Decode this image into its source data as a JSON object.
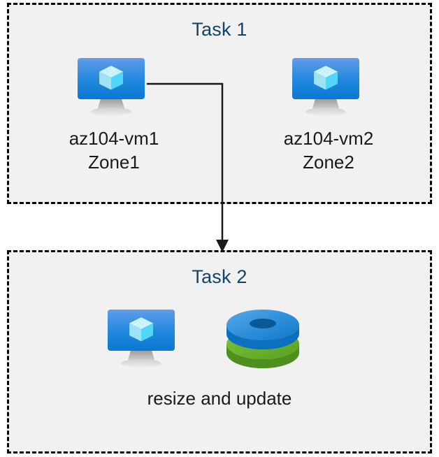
{
  "diagram": {
    "background_color": "#ffffff",
    "box_fill_color": "#f1f1f1",
    "box_border_color": "#000000",
    "title_color": "#12436b",
    "label_color": "#1a1a1a",
    "connector_color": "#1a1a1a"
  },
  "task1": {
    "title": "Task 1",
    "nodes": [
      {
        "icon": "virtual-machine-icon",
        "name": "az104-vm1",
        "zone": "Zone1",
        "label": "az104-vm1\nZone1"
      },
      {
        "icon": "virtual-machine-icon",
        "name": "az104-vm2",
        "zone": "Zone2",
        "label": "az104-vm2\nZone2"
      }
    ]
  },
  "task2": {
    "title": "Task 2",
    "icons": [
      {
        "icon": "virtual-machine-icon"
      },
      {
        "icon": "managed-disks-icon"
      }
    ],
    "caption": "resize and update"
  },
  "connector": {
    "from": "az104-vm1",
    "to": "Task 2",
    "style": "elbow-arrow-down"
  },
  "icon_colors": {
    "monitor_screen_top": "#5b9bec",
    "monitor_screen_bottom": "#0b7ad4",
    "monitor_stand": "#b3b3b3",
    "cube_top": "#c8f0fb",
    "cube_left": "#9fe4f8",
    "cube_right": "#4fd5f7",
    "disk_blue_top": "#2f8fdc",
    "disk_blue_side": "#0e74c8",
    "disk_blue_hole": "#0a5a9e",
    "disk_green_top": "#6cb52d",
    "disk_green_side": "#4f8f1f",
    "disk_green_hole": "#4f8f1f"
  }
}
